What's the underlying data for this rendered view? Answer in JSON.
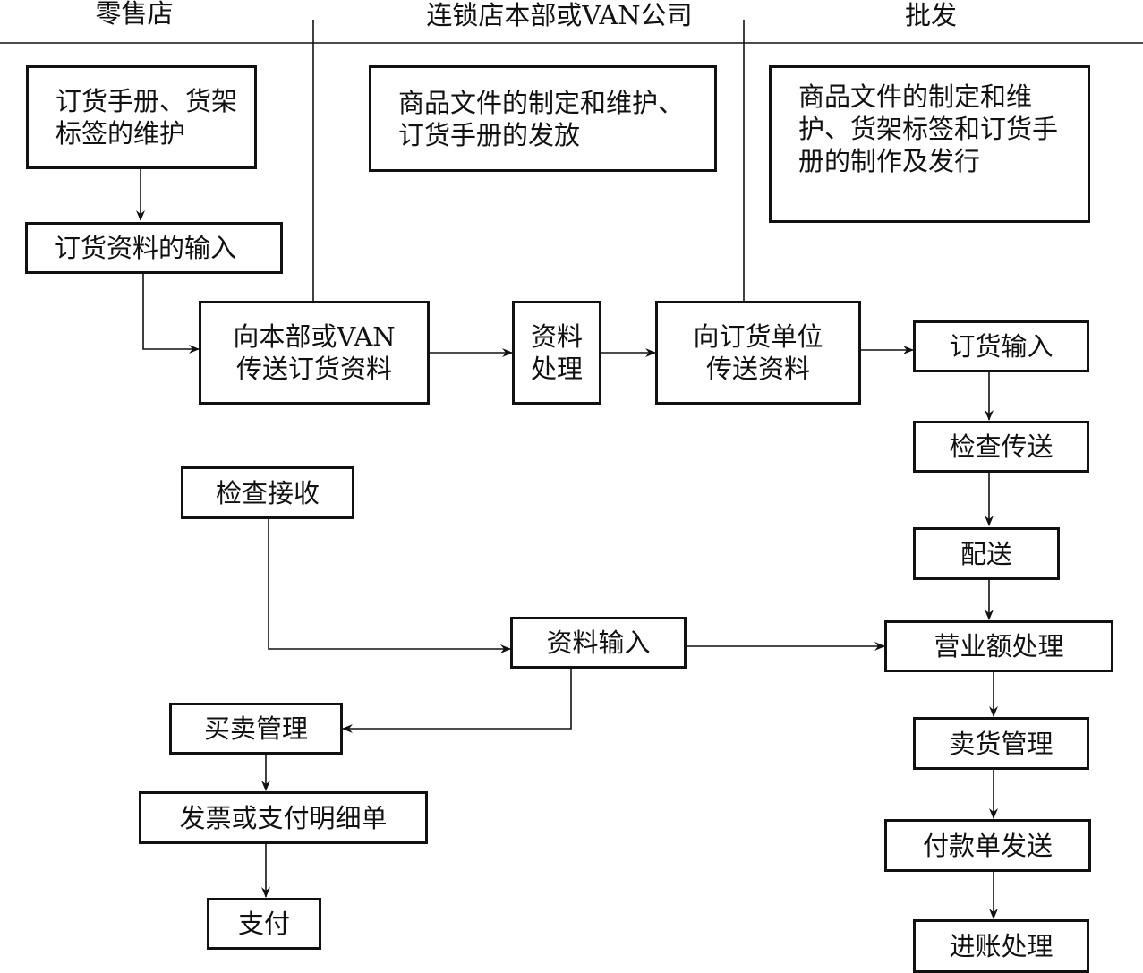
{
  "lanes": {
    "retail": "零售店",
    "hq": "连锁店本部或VAN公司",
    "wholesale": "批发"
  },
  "nodes": {
    "maintain_manual": "订货手册、货架\n标签的维护",
    "hq_files": "商品文件的制定和维护、\n订货手册的发放",
    "ws_files": "商品文件的制定和维\n护、货架标签和订货手\n册的制作及发行",
    "order_input": "订货资料的输入",
    "send_to_hq": "向本部或VAN\n传送订货资料",
    "data_process": "资料\n处理",
    "send_to_orderer": "向订货单位\n传送资料",
    "ws_order_input": "订货输入",
    "check_send": "检查传送",
    "delivery": "配送",
    "check_receive": "检查接收",
    "data_input": "资料输入",
    "sales_process": "营业额处理",
    "trade_mgmt": "买卖管理",
    "sell_mgmt": "卖货管理",
    "invoice": "发票或支付明细单",
    "payment_send": "付款单发送",
    "pay": "支付",
    "account_process": "进账处理"
  },
  "colors": {
    "line": "#111111",
    "background": "#ffffff"
  }
}
